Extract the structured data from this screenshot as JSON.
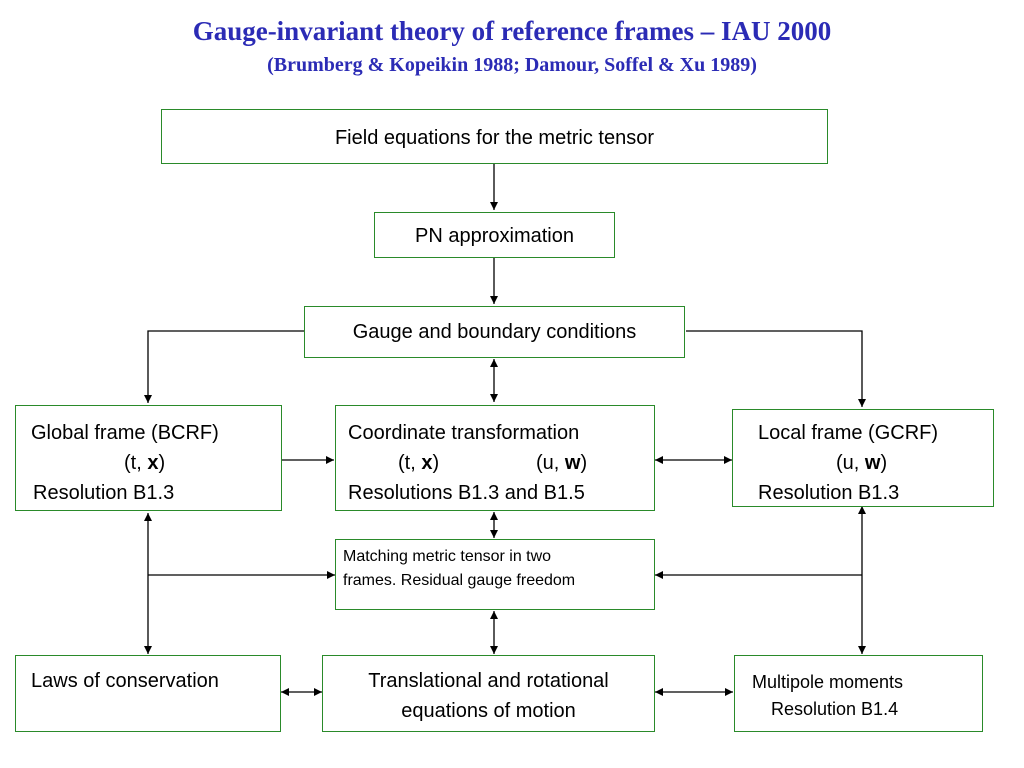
{
  "header": {
    "title": "Gauge-invariant theory of reference frames – IAU 2000",
    "subtitle": "(Brumberg & Kopeikin 1988; Damour, Soffel & Xu 1989)"
  },
  "boxes": {
    "field": "Field equations for the metric tensor",
    "pn": "PN approximation",
    "gauge": "Gauge and boundary conditions",
    "global": {
      "l1": "Global frame (BCRF)",
      "l2a": "(t, ",
      "l2b": "x",
      "l2c": ")",
      "l3": "Resolution B1.3"
    },
    "coord": {
      "l1": "Coordinate transformation",
      "l2a": "(t, ",
      "l2b": "x",
      "l2c": ")",
      "l2d": "(u, ",
      "l2e": "w",
      "l2f": ")",
      "l3": "Resolutions B1.3 and B1.5"
    },
    "local": {
      "l1": "Local frame (GCRF)",
      "l2a": "(u, ",
      "l2b": "w",
      "l2c": ")",
      "l3": "Resolution B1.3"
    },
    "matching": {
      "l1": "Matching metric tensor in two",
      "l2": "frames. Residual gauge freedom"
    },
    "laws": "Laws of conservation",
    "motion": {
      "l1": "Translational and rotational",
      "l2": "equations of motion"
    },
    "multipole": {
      "l1": "Multipole moments",
      "l2": "Resolution B1.4"
    }
  },
  "colors": {
    "title": "#2b2bb5",
    "box_border": "#2a8a2a",
    "arrow": "#000000"
  }
}
